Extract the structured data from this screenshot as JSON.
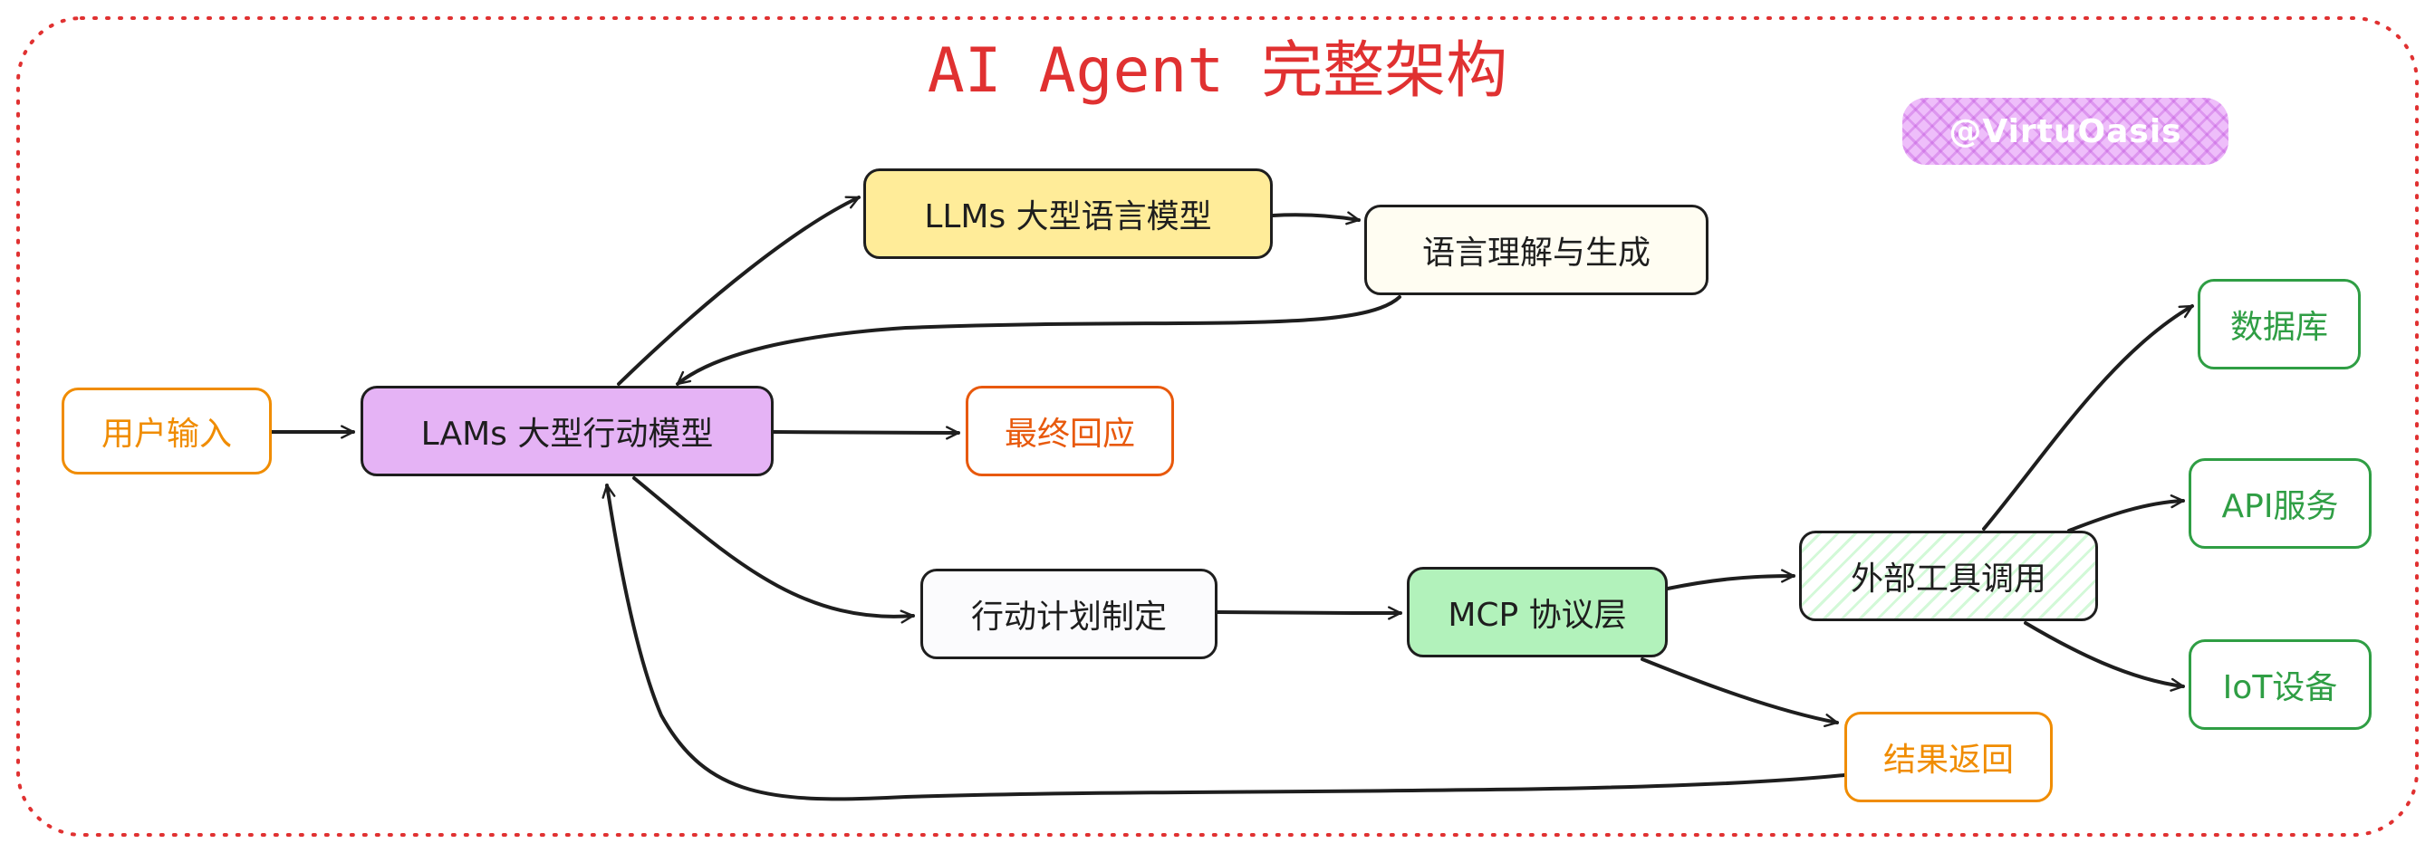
{
  "title": "AI Agent 完整架构",
  "watermark": "@VirtuOasis",
  "nodes": {
    "user_input": "用户输入",
    "lams": "LAMs 大型行动模型",
    "llms": "LLMs 大型语言模型",
    "language": "语言理解与生成",
    "final": "最终回应",
    "plan": "行动计划制定",
    "mcp": "MCP 协议层",
    "external": "外部工具调用",
    "database": "数据库",
    "api": "API服务",
    "iot": "IoT设备",
    "result": "结果返回"
  },
  "colors": {
    "frame": "#e03131",
    "title": "#e03131",
    "stroke": "#1e1e1e",
    "orange": "#f08c00",
    "dark_orange": "#e8590c",
    "green": "#2f9e44",
    "lams_fill": "#e5b3f5",
    "llms_fill": "#ffec99",
    "mcp_fill": "#b2f2bb",
    "external_hatch": "#d3f9d8",
    "watermark_fill": "#eebefa"
  }
}
